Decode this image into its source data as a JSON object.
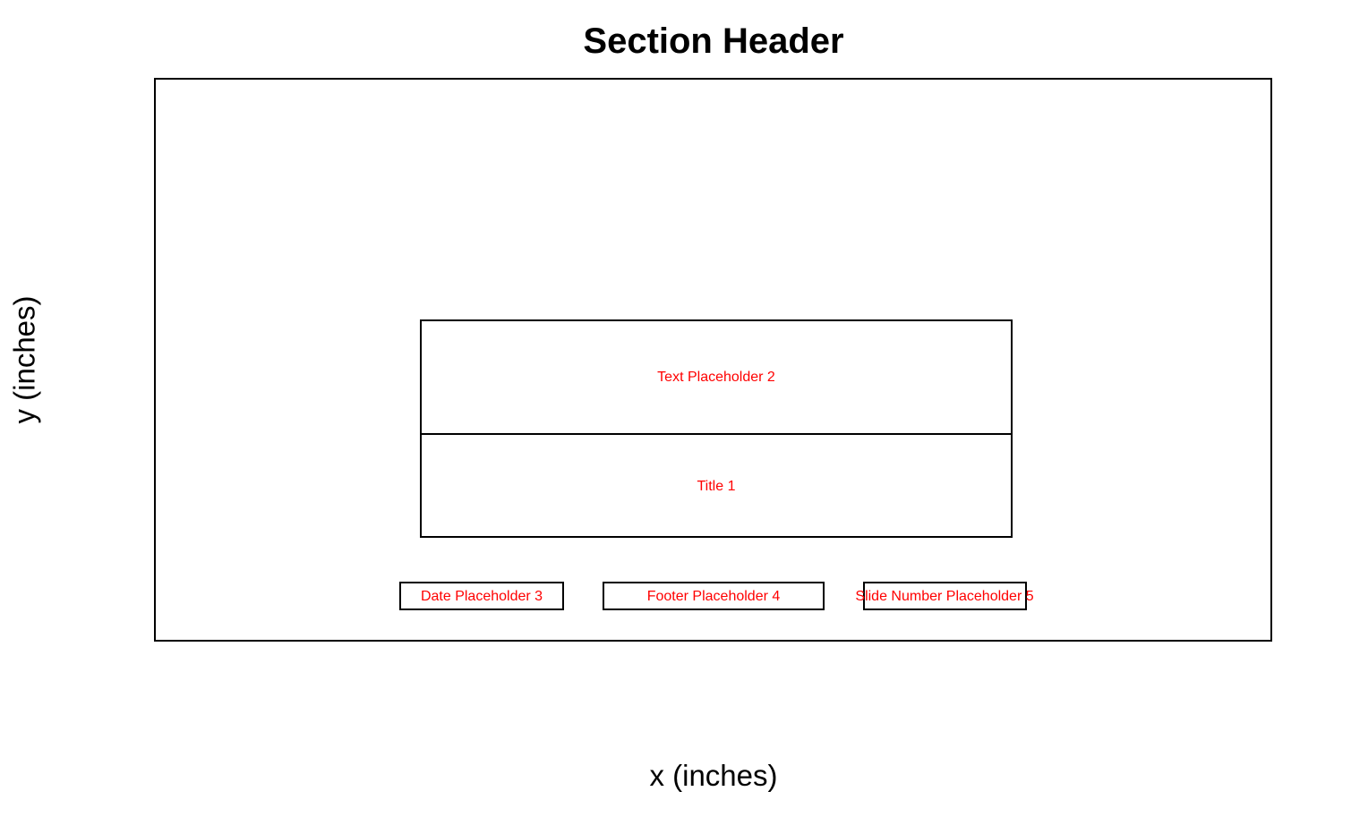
{
  "title": "Section Header",
  "xlabel": "x (inches)",
  "ylabel": "y (inches)",
  "label_color": "#ff0000",
  "placeholders": [
    {
      "key": "text-placeholder-2",
      "label": "Text Placeholder 2"
    },
    {
      "key": "title-1",
      "label": "Title 1"
    },
    {
      "key": "date-placeholder-3",
      "label": "Date Placeholder 3"
    },
    {
      "key": "footer-placeholder-4",
      "label": "Footer Placeholder 4"
    },
    {
      "key": "slide-number-placeholder-5",
      "label": "Slide Number Placeholder 5"
    }
  ]
}
